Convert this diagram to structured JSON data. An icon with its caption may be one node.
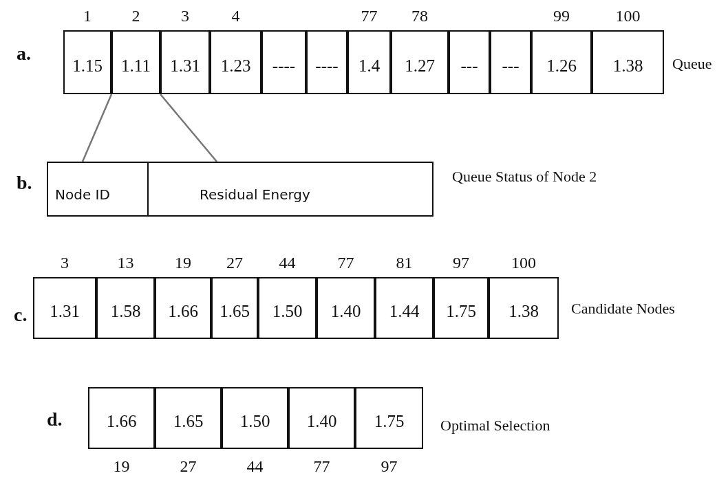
{
  "diagram": {
    "nodes": [
      {
        "text": [
          "1.15"
        ],
        "beside": [
          "1"
        ]
      },
      {
        "text": [
          "1.11"
        ],
        "beside": [
          "2"
        ]
      },
      {
        "text": [
          "1.31"
        ],
        "beside": [
          "3"
        ]
      },
      {
        "text": [
          "1.23"
        ],
        "beside": [
          "4"
        ]
      },
      {
        "text": [
          "----"
        ]
      },
      {
        "text": [
          "----"
        ]
      },
      {
        "text": [
          "1.4"
        ],
        "beside": [
          "77"
        ]
      },
      {
        "text": [
          "1.27"
        ],
        "beside": [
          "78"
        ]
      },
      {
        "text": [
          "---"
        ]
      },
      {
        "text": [
          "---"
        ]
      },
      {
        "text": [
          "1.26"
        ],
        "beside": [
          "99"
        ]
      },
      {
        "text": [
          "1.38"
        ],
        "beside": [
          "100"
        ]
      },
      {
        "text": [
          "Node ID"
        ]
      },
      {
        "text": [
          "Residual Energy"
        ]
      },
      {
        "text": [
          "1.31"
        ],
        "beside": [
          "3"
        ]
      },
      {
        "text": [
          "1.58"
        ],
        "beside": [
          "13"
        ]
      },
      {
        "text": [
          "1.66"
        ],
        "beside": [
          "19"
        ]
      },
      {
        "text": [
          "1.65"
        ],
        "beside": [
          "27"
        ]
      },
      {
        "text": [
          "1.50"
        ],
        "beside": [
          "44"
        ]
      },
      {
        "text": [
          "1.40"
        ],
        "beside": [
          "77"
        ]
      },
      {
        "text": [
          "1.44"
        ],
        "beside": [
          "81"
        ]
      },
      {
        "text": [
          "1.75"
        ],
        "beside": [
          "97"
        ]
      },
      {
        "text": [
          "1.38"
        ],
        "beside": [
          "100"
        ]
      },
      {
        "text": [
          "1.66"
        ],
        "beside": [
          "19"
        ]
      },
      {
        "text": [
          "1.65"
        ],
        "beside": [
          "27"
        ]
      },
      {
        "text": [
          "1.50"
        ],
        "beside": [
          "44"
        ]
      },
      {
        "text": [
          "1.40"
        ],
        "beside": [
          "77"
        ]
      },
      {
        "text": [
          "1.75"
        ],
        "beside": [
          "97"
        ]
      }
    ],
    "edges": [
      {
        "from": 1,
        "to": 12,
        "arrow": "none"
      },
      {
        "from": 1,
        "to": 13,
        "arrow": "none"
      }
    ],
    "labels": [
      "a.",
      "Queue",
      "b.",
      "Queue Status of Node 2",
      "c.",
      "Candidate Nodes",
      "d.",
      "Optimal Selection"
    ]
  }
}
